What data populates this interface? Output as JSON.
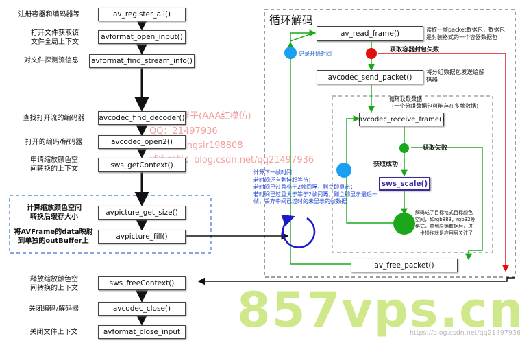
{
  "loop": {
    "title": "循环解码",
    "inner_title": "循环获取数据",
    "inner_subtitle": "(一个分组数据包可能存在多帧数据)"
  },
  "left_boxes": [
    {
      "label": "av_register_all()",
      "desc": "注册容器和编码器等"
    },
    {
      "label": "avformat_open_input()",
      "desc": "打开文件获取该\n文件全局上下文"
    },
    {
      "label": "avformat_find_stream_info()",
      "desc": "对文件探测流信息"
    },
    {
      "label": "avcodec_find_decoder()",
      "desc": "查找打开流的编码器"
    },
    {
      "label": "avcodec_open2()",
      "desc": "打开的编码/解码器"
    },
    {
      "label": "sws_getContext()",
      "desc": "申请缩放颜色空\n间转换的上下文"
    },
    {
      "label": "avpicture_get_size()",
      "desc": "计算缩放颜色空间\n转换后缓存大小"
    },
    {
      "label": "avpicture_fill()",
      "desc": "将AVFrame的data映射\n到单独的outBuffer上"
    },
    {
      "label": "sws_freeContext()",
      "desc": "释放缩放颜色空\n间转换的上下文"
    },
    {
      "label": "avcodec_close()",
      "desc": "关闭编码/解码器"
    },
    {
      "label": "avformat_close_input",
      "desc": "关闭文件上下文"
    }
  ],
  "right_boxes": {
    "read_frame": "av_read_frame()",
    "send_packet": "avcodec_send_packet()",
    "receive_frame": "avcodec_receive_frame()",
    "sws_scale": "sws_scale()",
    "free_packet": "av_free_packet()"
  },
  "notes": {
    "read_frame": "读取一帧packet数据包，数据包\n是封装格式的一个容器数据包",
    "send_packet": "将分组数据包发送给解\n码器",
    "decoded": "解码成了目标格式目标颜色\n空间，如rgb888，rgb32等\n格式，拿到原始数据后，进\n一步操作就是应用层关注了",
    "record_time": "记录开始时间",
    "read_fail": "获取容器封包失败",
    "recv_fail": "获取失败",
    "recv_ok": "获取成功",
    "timing": "计算下一帧时间：\n若时间还有剩挂起等待；\n若时间已过且小于2帧间隔，则立即显示；\n若时间已过且大于等于2帧间隔，则立即显示最后一\n帧，丢弃中间已过时的未显示的帧数据"
  },
  "watermarks": [
    "作者：红胖子(AAA红模仿)",
    "QQ：21497936",
    "微信：yangsir198808",
    "博客地址：blog.csdn.net/qq21497936",
    "https://blog.csdn.net/qq21497936"
  ],
  "logo": "857vps.cn",
  "colors": {
    "green": "#1aa81a",
    "red": "#e01010",
    "blue": "#1aa0f0",
    "purple": "#3a2aa0",
    "navy": "#1a1ac8"
  }
}
